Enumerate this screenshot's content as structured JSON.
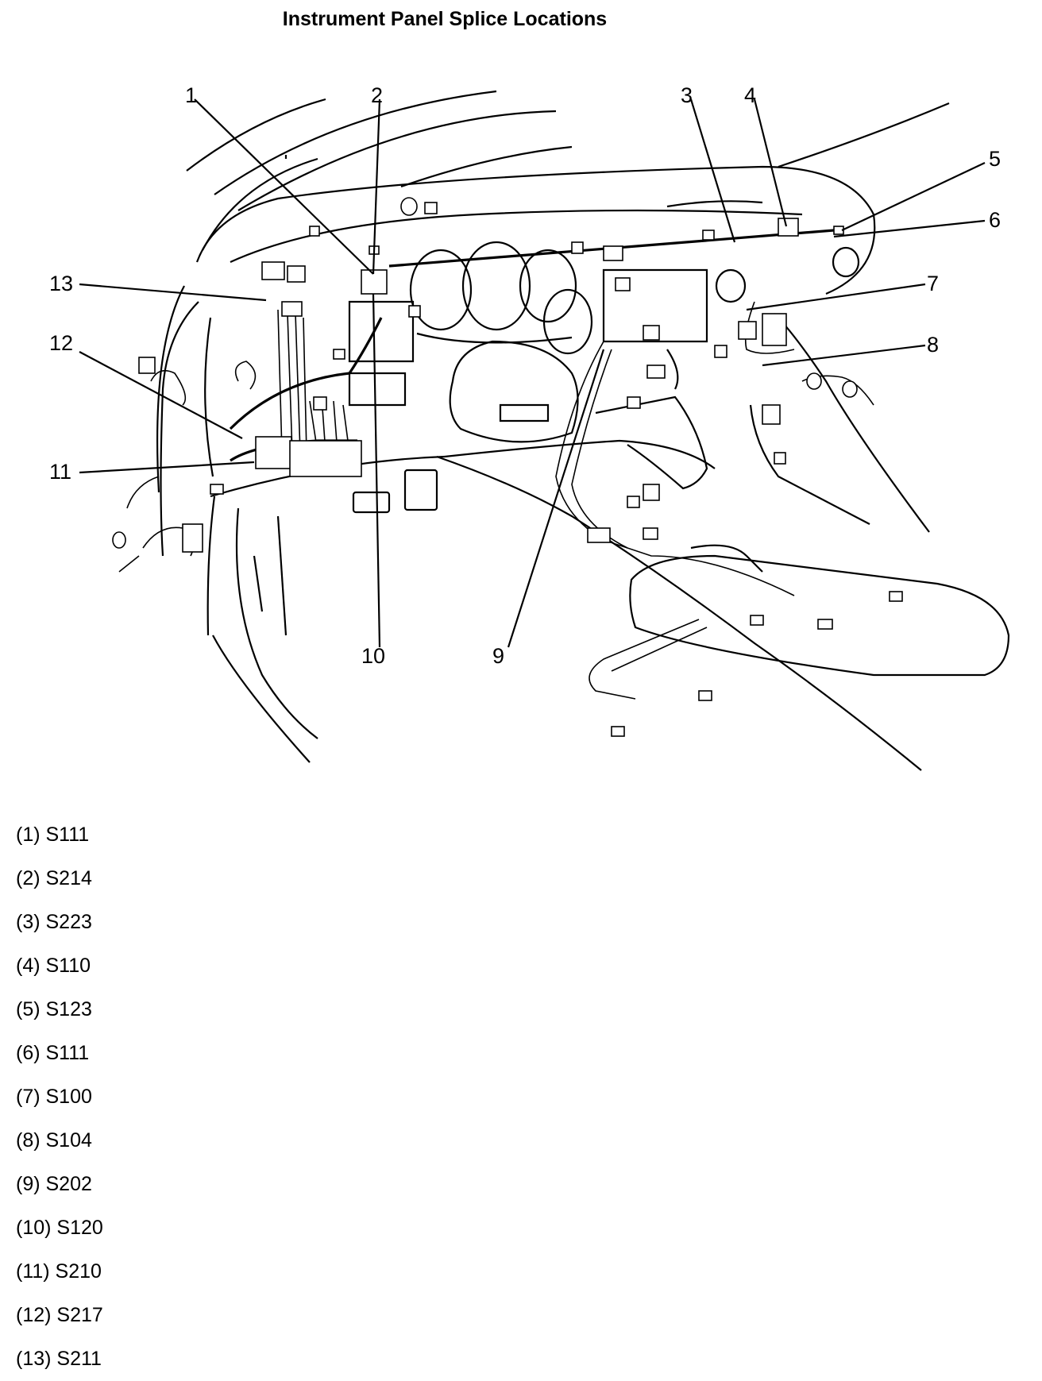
{
  "title": "Instrument Panel Splice Locations",
  "callouts": [
    "1",
    "2",
    "3",
    "4",
    "5",
    "6",
    "7",
    "8",
    "9",
    "10",
    "11",
    "12",
    "13"
  ],
  "legend": [
    "(1) S111",
    "(2) S214",
    "(3) S223",
    "(4) S110",
    "(5) S123",
    "(6) S111",
    "(7) S100",
    "(8) S104",
    "(9) S202",
    "(10) S120",
    "(11) S210",
    "(12) S217",
    "(13) S211"
  ]
}
